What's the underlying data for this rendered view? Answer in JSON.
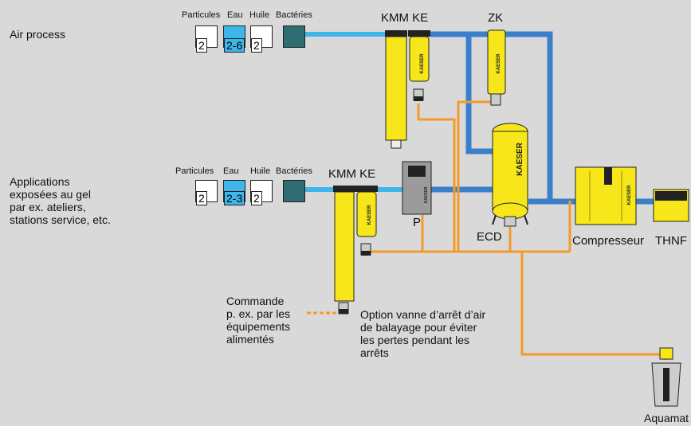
{
  "rows": [
    {
      "title": "Air process",
      "contaminants": [
        "Particules",
        "Eau",
        "Huile",
        "Bactéries"
      ],
      "classes": [
        "2",
        "2-6",
        "2",
        ""
      ],
      "filters_label": "KMM KE"
    },
    {
      "title_lines": [
        "Applications",
        "exposées au gel",
        "par ex. ateliers,",
        "stations service, etc."
      ],
      "contaminants": [
        "Particules",
        "Eau",
        "Huile",
        "Bactéries"
      ],
      "classes": [
        "2",
        "2-3",
        "2",
        ""
      ],
      "filters_label": "KMM KE"
    }
  ],
  "equipment": {
    "zk": "ZK",
    "p": "P",
    "ecd": "ECD",
    "compressor": "Compresseur",
    "thnf": "THNF",
    "aquamat": "Aquamat",
    "brand": "KAESER"
  },
  "notes": {
    "commande": [
      "Commande",
      "p. ex. par les",
      "équipements",
      "alimentés"
    ],
    "option": [
      "Option vanne d’arrêt d’air",
      "de balayage pour éviter",
      "les pertes pendant les",
      "arrêts"
    ]
  },
  "colors": {
    "air_line": "#3fb6ea",
    "main_line": "#3a7fc9",
    "condensate_line": "#f39a2a",
    "equipment": "#f6e61a",
    "bacteria": "#2f6d72",
    "background": "#d9d9d9"
  }
}
